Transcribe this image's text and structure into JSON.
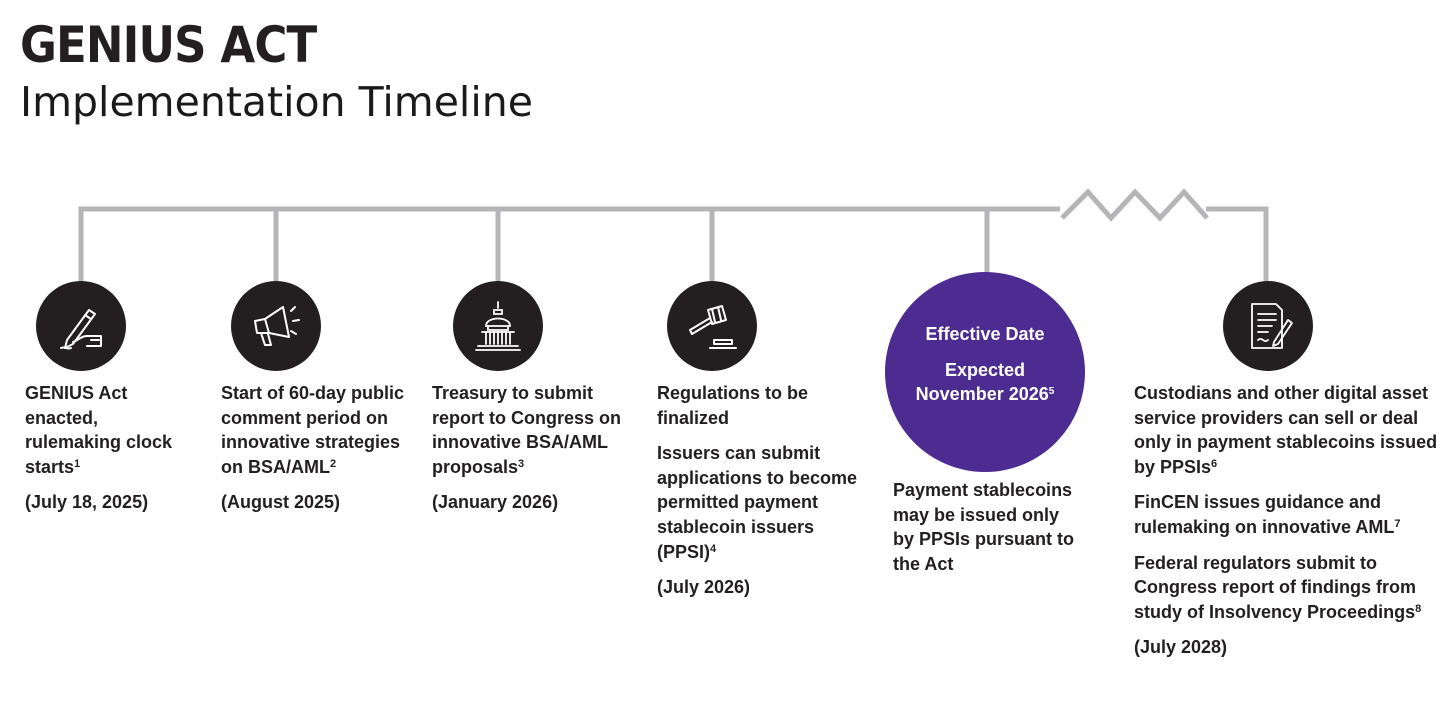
{
  "title": "GENIUS ACT",
  "subtitle": "Implementation Timeline",
  "colors": {
    "line": "#b5b5b7",
    "icon_bg": "#231f20",
    "highlight": "#4d2c91",
    "text": "#231f20"
  },
  "milestones": [
    {
      "icon": "pen-signing-icon",
      "text": [
        "GENIUS Act enacted, rulemaking clock starts"
      ],
      "sup": [
        "1"
      ],
      "date": "(July 18, 2025)"
    },
    {
      "icon": "megaphone-icon",
      "text": [
        "Start of 60-day public comment period on innovative strategies on BSA/AML"
      ],
      "sup": [
        "2"
      ],
      "date": "(August 2025)"
    },
    {
      "icon": "capitol-icon",
      "text": [
        "Treasury to submit report to Congress on innovative BSA/AML proposals"
      ],
      "sup": [
        "3"
      ],
      "date": "(January 2026)"
    },
    {
      "icon": "gavel-icon",
      "text": [
        "Regulations to be finalized",
        "Issuers can submit applications to become permitted payment stablecoin issuers (PPSI)"
      ],
      "sup": [
        "",
        "4"
      ],
      "date": "(July 2026)"
    },
    {
      "icon": "effective-date-circle",
      "circle": {
        "line1": "Effective Date",
        "line2": "Expected",
        "line3": "November 2026",
        "sup": "5"
      },
      "text": [
        "Payment stablecoins may be issued only by PPSIs pursuant to the Act"
      ]
    },
    {
      "icon": "document-signing-icon",
      "text": [
        "Custodians and other digital asset service providers can sell or deal only in payment stablecoins issued by PPSIs",
        "FinCEN issues guidance and rulemaking on innovative AML",
        "Federal regulators submit to Congress report of findings from study of Insolvency Proceedings"
      ],
      "sup": [
        "6",
        "7",
        "8"
      ],
      "date": "(July 2028)"
    }
  ]
}
